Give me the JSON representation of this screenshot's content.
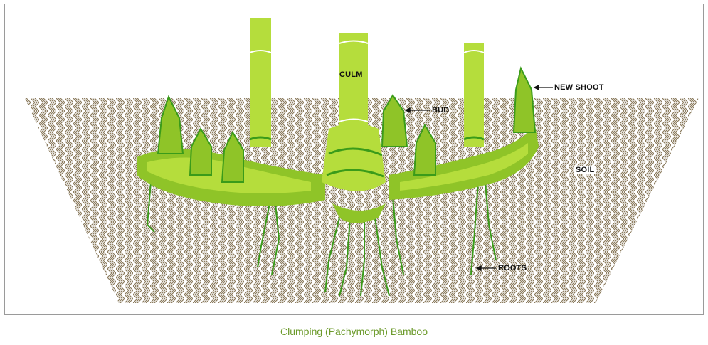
{
  "labels": {
    "culm": "CULM",
    "bud": "BUD",
    "new_shoot": "NEW SHOOT",
    "soil": "SOIL",
    "roots": "ROOTS"
  },
  "caption": "Clumping (Pachymorph) Bamboo",
  "colors": {
    "light_green": "#b5dd3c",
    "mid_green": "#8fc428",
    "dark_green": "#3a9b1a",
    "soil": "#8a7a5c",
    "caption": "#6b9a2a"
  }
}
